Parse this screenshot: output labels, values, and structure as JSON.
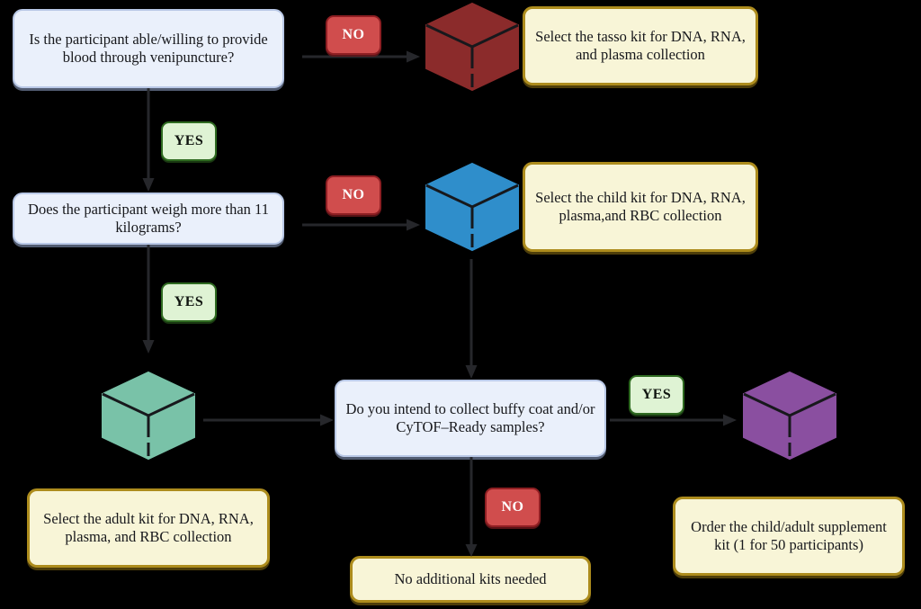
{
  "diagram": {
    "title": "Blood collection kit selection flowchart",
    "colors": {
      "background": "#000000",
      "question_fill": "#eaf0fb",
      "question_border": "#b9c8e6",
      "outcome_fill": "#f8f5d7",
      "outcome_border": "#ad8c1d",
      "yes_fill": "#dff3d4",
      "yes_border": "#2f6b21",
      "no_fill": "#d04d4d",
      "no_border": "#8f1f23",
      "arrow": "#26272b",
      "cube_tasso": "#8b2b2b",
      "cube_child": "#2f8ecb",
      "cube_adult": "#79c2a8",
      "cube_supplement": "#8a4fa0",
      "cube_outline": "#17181c"
    },
    "questions": [
      {
        "id": "q-venipuncture",
        "text": "Is the participant able/willing to provide blood through venipuncture?"
      },
      {
        "id": "q-weight",
        "text": "Does the participant weigh more than 11 kilograms?"
      },
      {
        "id": "q-buffy-coat",
        "text": "Do you intend to collect buffy coat and/or CyTOF–Ready samples?"
      }
    ],
    "outcomes": [
      {
        "id": "outcome-tasso",
        "text": "Select the tasso kit for DNA, RNA, and plasma collection"
      },
      {
        "id": "outcome-child",
        "text": "Select the child kit for DNA, RNA, plasma,and RBC collection"
      },
      {
        "id": "outcome-adult",
        "text": "Select the adult kit for DNA, RNA, plasma, and RBC collection"
      },
      {
        "id": "outcome-none",
        "text": "No additional kits needed"
      },
      {
        "id": "outcome-supplement",
        "text": "Order the child/adult supplement kit (1 for 50 participants)"
      }
    ],
    "badges": [
      {
        "id": "badge-no-venipuncture",
        "label": "NO"
      },
      {
        "id": "badge-yes-venipuncture",
        "label": "YES"
      },
      {
        "id": "badge-no-weight",
        "label": "NO"
      },
      {
        "id": "badge-yes-weight",
        "label": "YES"
      },
      {
        "id": "badge-yes-buffy",
        "label": "YES"
      },
      {
        "id": "badge-no-buffy",
        "label": "NO"
      }
    ],
    "cubes": [
      {
        "id": "cube-tasso-kit",
        "name": "tasso-kit-cube",
        "color": "#8b2b2b"
      },
      {
        "id": "cube-child-kit",
        "name": "child-kit-cube",
        "color": "#2f8ecb"
      },
      {
        "id": "cube-adult-kit",
        "name": "adult-kit-cube",
        "color": "#79c2a8"
      },
      {
        "id": "cube-supplement-kit",
        "name": "supplement-kit-cube",
        "color": "#8a4fa0"
      }
    ]
  }
}
